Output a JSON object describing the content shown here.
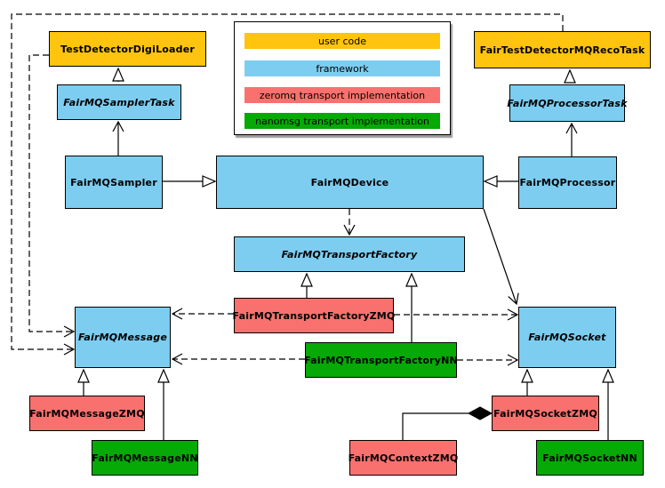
{
  "diagram_type": "UML class diagram",
  "colors": {
    "user_code": "#FFC40D",
    "framework": "#7CCDF0",
    "zeromq": "#F9716F",
    "nanomsg": "#06A906",
    "line": "#000000",
    "background": "#FFFFFF",
    "legend_shadow": "#9A9A9A"
  },
  "legend": {
    "items": [
      {
        "label": "user code",
        "category": "user_code"
      },
      {
        "label": "framework",
        "category": "framework"
      },
      {
        "label": "zeromq transport implementation",
        "category": "zeromq"
      },
      {
        "label": "nanomsg transport implementation",
        "category": "nanomsg"
      }
    ]
  },
  "nodes": [
    {
      "label": "TestDetectorDigiLoader",
      "category": "user_code",
      "abstract": false
    },
    {
      "label": "FairMQSamplerTask",
      "category": "framework",
      "abstract": true
    },
    {
      "label": "FairTestDetectorMQRecoTask",
      "category": "user_code",
      "abstract": false
    },
    {
      "label": "FairMQProcessorTask",
      "category": "framework",
      "abstract": true
    },
    {
      "label": "FairMQSampler",
      "category": "framework",
      "abstract": false
    },
    {
      "label": "FairMQDevice",
      "category": "framework",
      "abstract": false
    },
    {
      "label": "FairMQProcessor",
      "category": "framework",
      "abstract": false
    },
    {
      "label": "FairMQTransportFactory",
      "category": "framework",
      "abstract": true
    },
    {
      "label": "FairMQTransportFactoryZMQ",
      "category": "zeromq",
      "abstract": false
    },
    {
      "label": "FairMQTransportFactoryNN",
      "category": "nanomsg",
      "abstract": false
    },
    {
      "label": "FairMQMessage",
      "category": "framework",
      "abstract": true
    },
    {
      "label": "FairMQSocket",
      "category": "framework",
      "abstract": true
    },
    {
      "label": "FairMQMessageZMQ",
      "category": "zeromq",
      "abstract": false
    },
    {
      "label": "FairMQMessageNN",
      "category": "nanomsg",
      "abstract": false
    },
    {
      "label": "FairMQSocketZMQ",
      "category": "zeromq",
      "abstract": false
    },
    {
      "label": "FairMQSocketNN",
      "category": "nanomsg",
      "abstract": false
    },
    {
      "label": "FairMQContextZMQ",
      "category": "zeromq",
      "abstract": false
    }
  ],
  "relations": [
    {
      "from": "FairMQSamplerTask",
      "to": "TestDetectorDigiLoader",
      "type": "generalization",
      "line": "solid"
    },
    {
      "from": "FairMQSampler",
      "to": "FairMQSamplerTask",
      "type": "association-arrow",
      "line": "solid"
    },
    {
      "from": "FairMQProcessorTask",
      "to": "FairTestDetectorMQRecoTask",
      "type": "generalization",
      "line": "solid"
    },
    {
      "from": "FairMQProcessor",
      "to": "FairMQProcessorTask",
      "type": "association-arrow",
      "line": "solid"
    },
    {
      "from": "FairMQSampler",
      "to": "FairMQDevice",
      "type": "generalization",
      "line": "solid"
    },
    {
      "from": "FairMQProcessor",
      "to": "FairMQDevice",
      "type": "generalization",
      "line": "solid"
    },
    {
      "from": "FairMQDevice",
      "to": "FairMQTransportFactory",
      "type": "dependency",
      "line": "dashed"
    },
    {
      "from": "FairMQDevice",
      "to": "FairMQSocket",
      "type": "association-arrow",
      "line": "solid"
    },
    {
      "from": "FairMQTransportFactoryZMQ",
      "to": "FairMQTransportFactory",
      "type": "generalization",
      "line": "solid"
    },
    {
      "from": "FairMQTransportFactoryNN",
      "to": "FairMQTransportFactory",
      "type": "generalization",
      "line": "solid"
    },
    {
      "from": "FairMQMessageZMQ",
      "to": "FairMQMessage",
      "type": "generalization",
      "line": "solid"
    },
    {
      "from": "FairMQMessageNN",
      "to": "FairMQMessage",
      "type": "generalization",
      "line": "solid"
    },
    {
      "from": "FairMQSocketZMQ",
      "to": "FairMQSocket",
      "type": "generalization",
      "line": "solid"
    },
    {
      "from": "FairMQSocketNN",
      "to": "FairMQSocket",
      "type": "generalization",
      "line": "solid"
    },
    {
      "from": "FairMQContextZMQ",
      "to": "FairMQSocketZMQ",
      "type": "composition",
      "line": "solid"
    },
    {
      "from": "FairTestDetectorMQRecoTask",
      "to": "FairMQMessage",
      "type": "dependency",
      "line": "dashed"
    },
    {
      "from": "TestDetectorDigiLoader",
      "to": "FairMQMessage",
      "type": "dependency",
      "line": "dashed"
    },
    {
      "from": "FairMQTransportFactoryZMQ",
      "to": "FairMQMessage",
      "type": "dependency",
      "line": "dashed"
    },
    {
      "from": "FairMQTransportFactoryZMQ",
      "to": "FairMQSocket",
      "type": "dependency",
      "line": "dashed"
    },
    {
      "from": "FairMQTransportFactoryNN",
      "to": "FairMQMessage",
      "type": "dependency",
      "line": "dashed"
    },
    {
      "from": "FairMQTransportFactoryNN",
      "to": "FairMQSocket",
      "type": "dependency",
      "line": "dashed"
    }
  ]
}
